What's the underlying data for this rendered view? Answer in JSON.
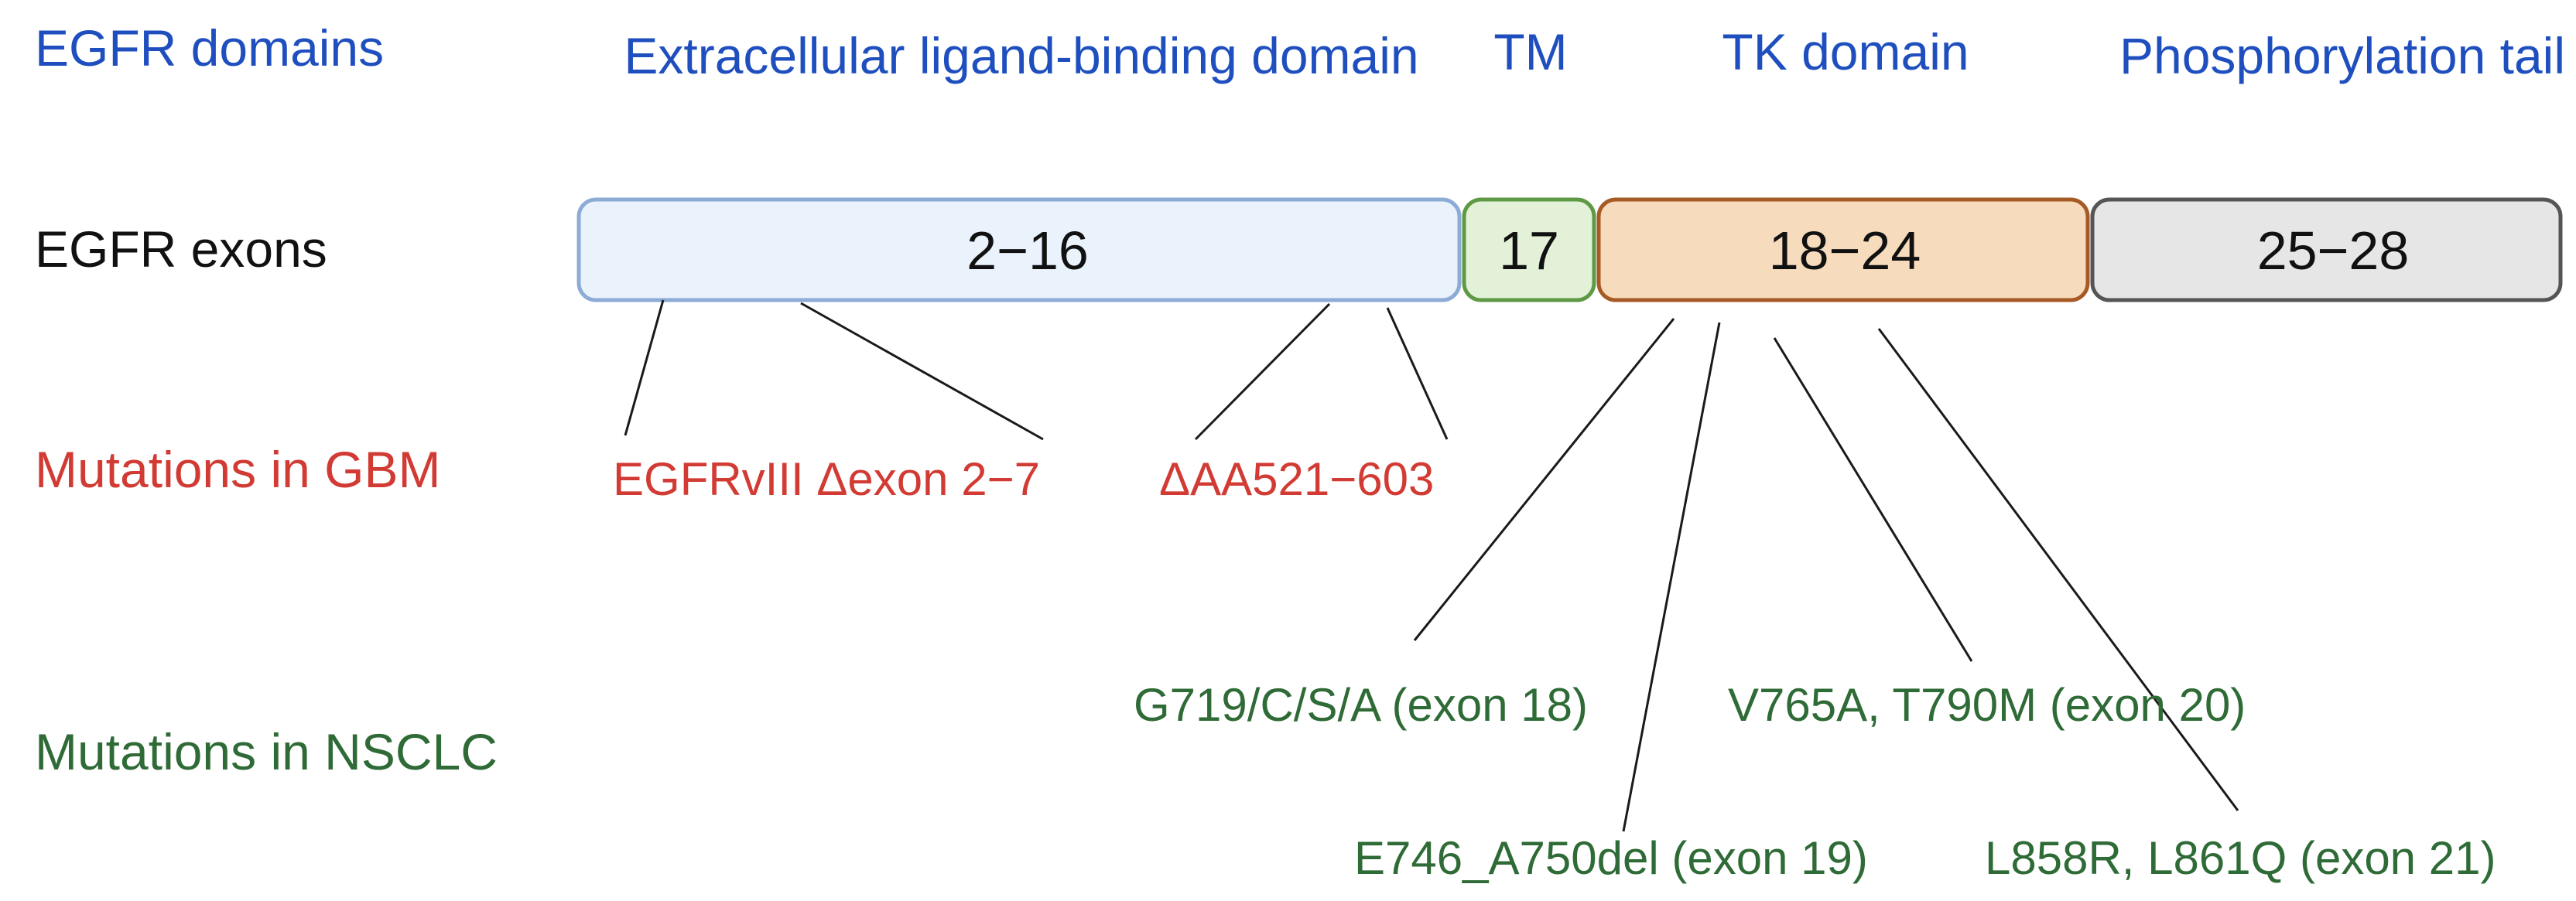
{
  "colors": {
    "domain_text": "#1f4fbf",
    "exon_row_text": "#111111",
    "gbm_text": "#d23b34",
    "nsclc_text": "#2f6b36"
  },
  "row_labels": {
    "domains": "EGFR domains",
    "exons": "EGFR exons",
    "gbm": "Mutations in GBM",
    "nsclc": "Mutations in NSCLC"
  },
  "domains": [
    {
      "label": "Extracellular ligand-binding domain"
    },
    {
      "label": "TM"
    },
    {
      "label": "TK domain"
    },
    {
      "label": "Phosphorylation tail"
    }
  ],
  "segments": [
    {
      "label": "2−16",
      "fill": "#eaf2fc",
      "stroke": "#8cacd6"
    },
    {
      "label": "17",
      "fill": "#e3f1d8",
      "stroke": "#5e9a45"
    },
    {
      "label": "18−24",
      "fill": "#f6dbbd",
      "stroke": "#a65a25"
    },
    {
      "label": "25−28",
      "fill": "#e6e6e6",
      "stroke": "#555555"
    }
  ],
  "gbm_mutations": [
    {
      "label": "EGFRvIII Δexon 2−7"
    },
    {
      "label": "ΔAA521−603"
    }
  ],
  "nsclc_mutations": [
    {
      "label": "G719/C/S/A (exon 18)"
    },
    {
      "label": "E746_A750del (exon 19)"
    },
    {
      "label": "V765A, T790M (exon 20)"
    },
    {
      "label": "L858R, L861Q (exon 21)"
    }
  ]
}
